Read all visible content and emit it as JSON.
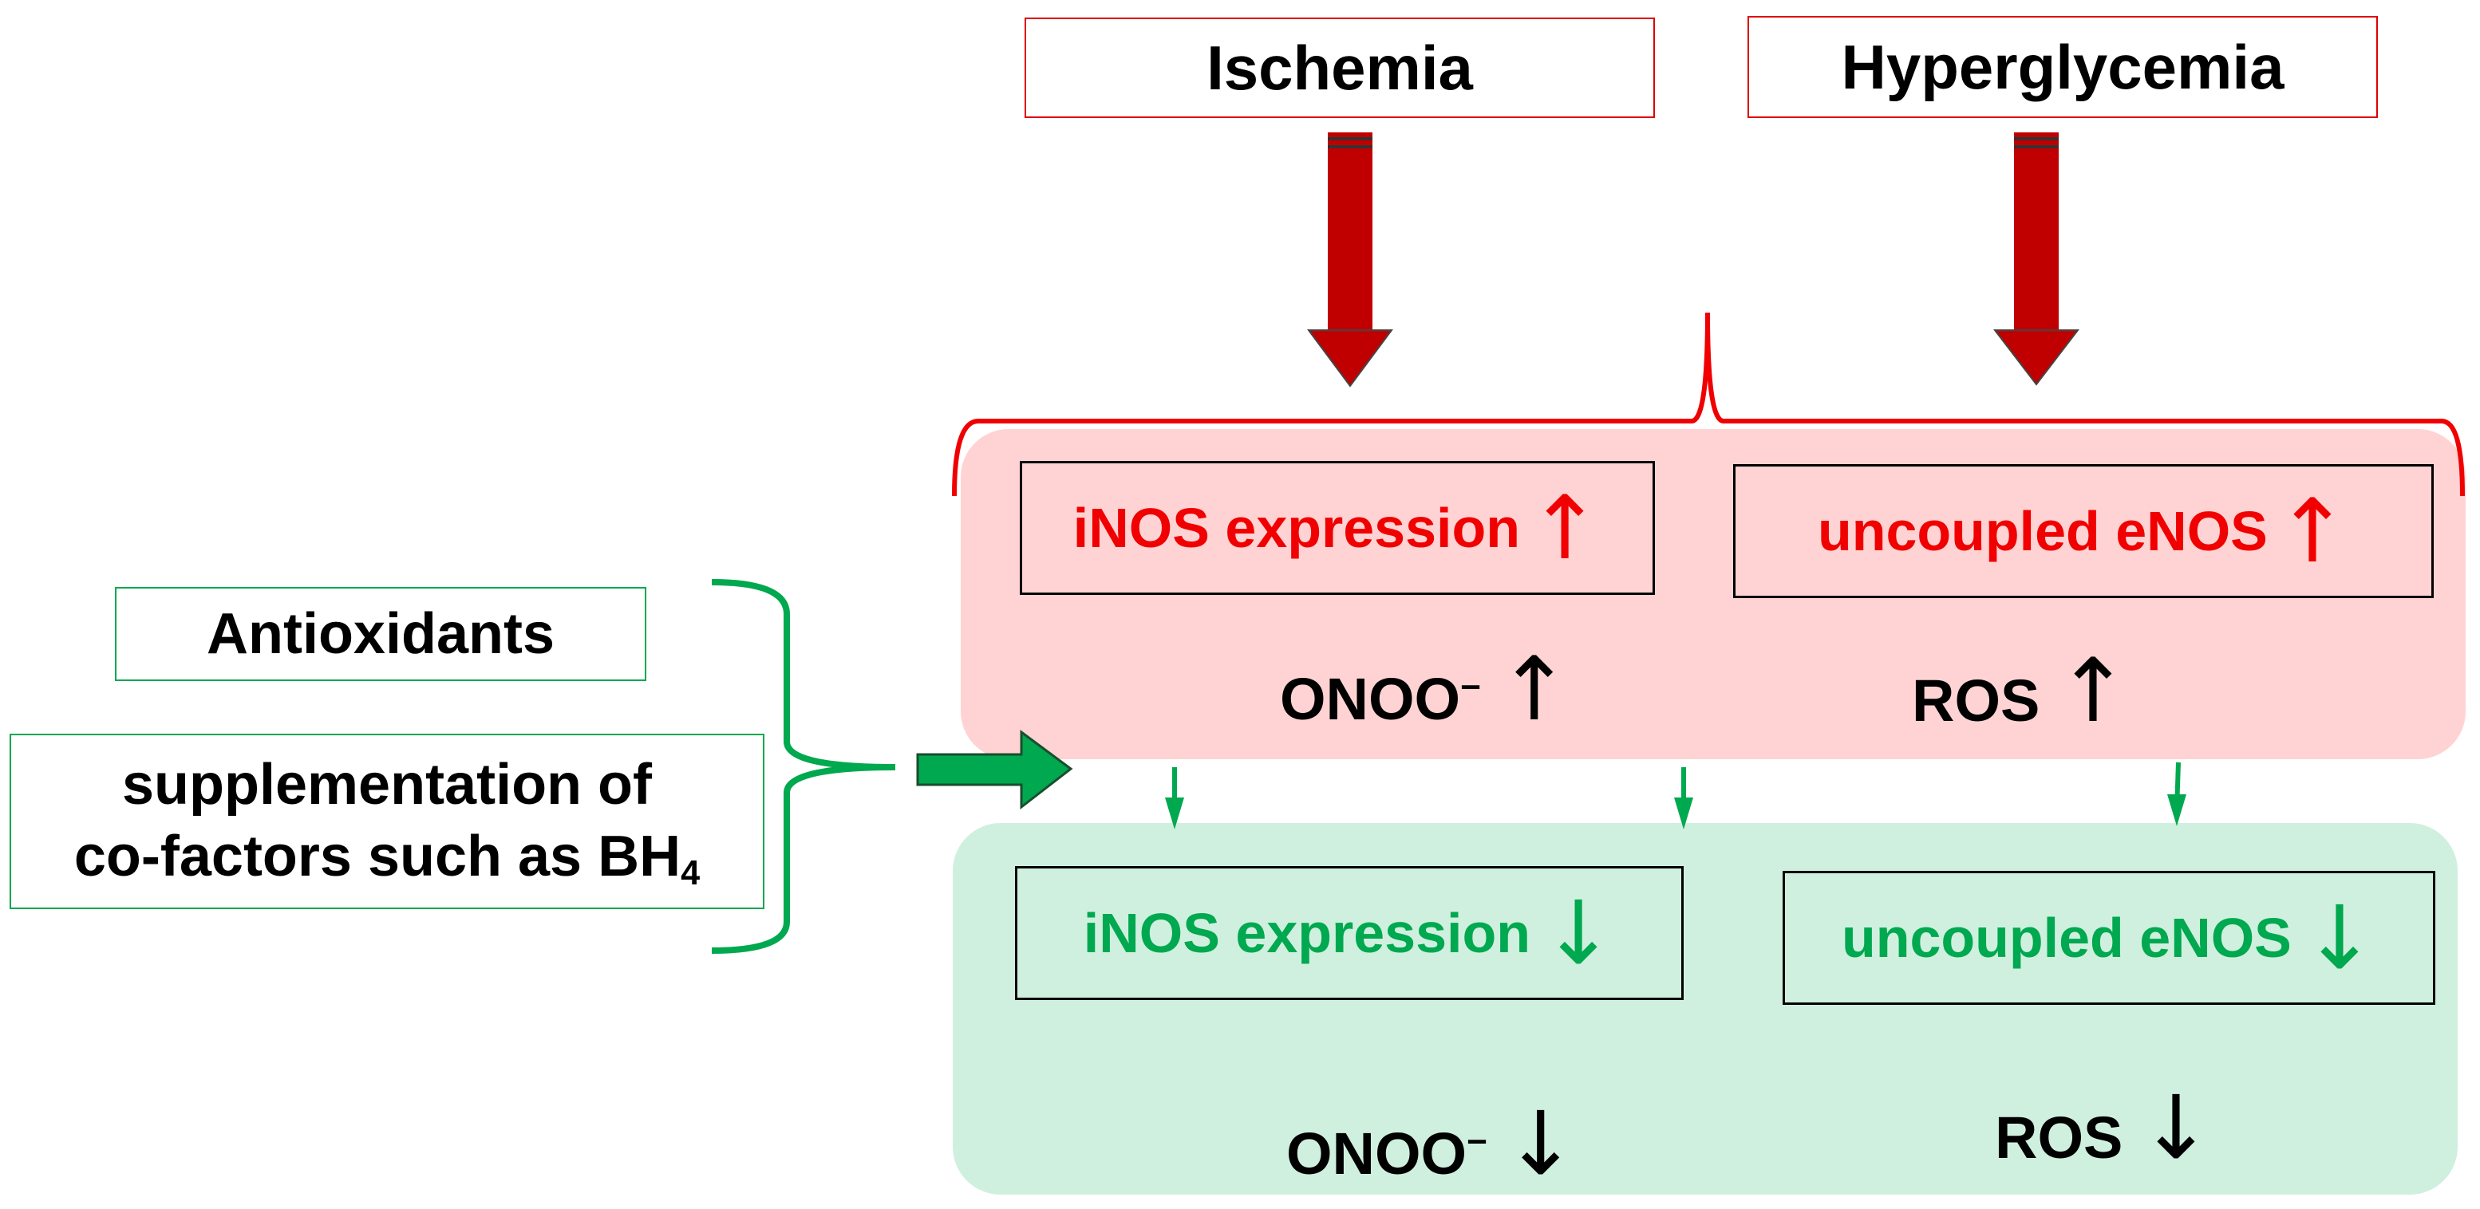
{
  "causes": {
    "ischemia": "Ischemia",
    "hyperglycemia": "Hyperglycemia"
  },
  "upregulated": {
    "inos": "iNOS expression",
    "enos": "uncoupled eNOS",
    "onoo": "ONOO",
    "onoo_charge": "−",
    "ros": "ROS",
    "arrow": "↑"
  },
  "interventions": {
    "antioxidants": "Antioxidants",
    "supplementation_line1": "supplementation of",
    "supplementation_line2": "co-factors such as BH",
    "supplementation_sub": "4"
  },
  "downregulated": {
    "inos": "iNOS expression",
    "enos": "uncoupled eNOS",
    "onoo": "ONOO",
    "onoo_charge": "−",
    "ros": "ROS",
    "arrow": "↓"
  },
  "colors": {
    "cause_arrow": "#c00000",
    "up_text": "#f00000",
    "down_text": "#00a84f",
    "panel_up": "#ffd3d3",
    "panel_down": "#d0f0df",
    "intervention": "#00a84f"
  }
}
